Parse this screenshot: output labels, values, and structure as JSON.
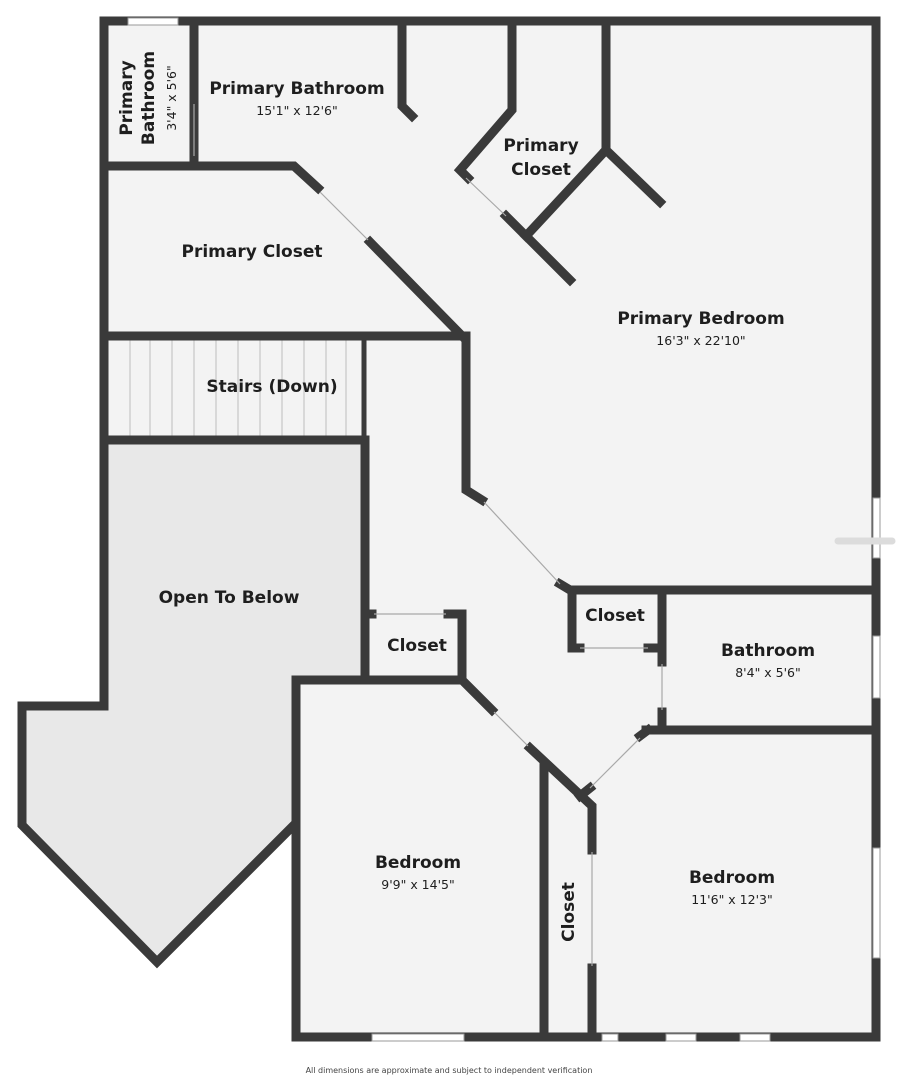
{
  "rooms": {
    "primary_bathroom_small": {
      "name_line1": "Primary",
      "name_line2": "Bathroom",
      "dims": "3'4\" x 5'6\""
    },
    "primary_bathroom": {
      "name": "Primary Bathroom",
      "dims": "15'1\" x 12'6\""
    },
    "primary_closet_small": {
      "name_line1": "Primary",
      "name_line2": "Closet"
    },
    "primary_closet": {
      "name": "Primary Closet"
    },
    "primary_bedroom": {
      "name": "Primary Bedroom",
      "dims": "16'3\" x 22'10\""
    },
    "stairs": {
      "name": "Stairs (Down)"
    },
    "open_to_below": {
      "name": "Open To Below"
    },
    "closet_center": {
      "name": "Closet"
    },
    "closet_left": {
      "name": "Closet"
    },
    "bathroom": {
      "name": "Bathroom",
      "dims": "8'4\" x 5'6\""
    },
    "bedroom_left": {
      "name": "Bedroom",
      "dims": "9'9\" x 14'5\""
    },
    "bedroom_right": {
      "name": "Bedroom",
      "dims": "11'6\" x 12'3\""
    },
    "closet_vertical": {
      "name": "Closet"
    }
  },
  "footer": {
    "disclaimer": "All dimensions are approximate and subject to independent verification"
  },
  "colors": {
    "wall": "#3a3a3a",
    "floor": "#f3f3f3",
    "open_to_below": "#e8e8e8",
    "background": "#ffffff"
  }
}
